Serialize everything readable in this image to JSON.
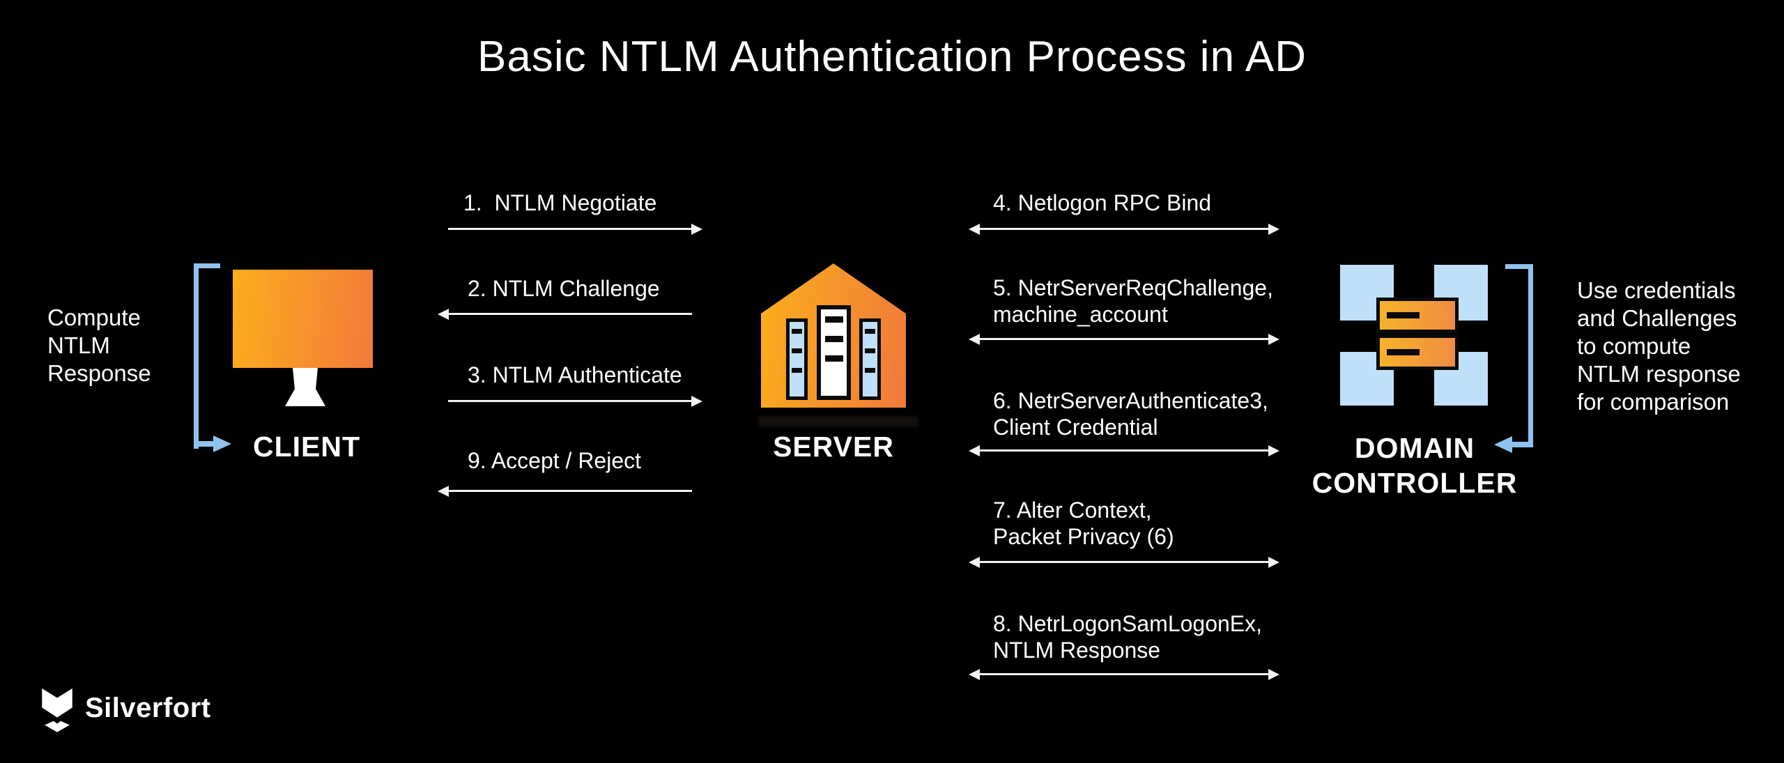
{
  "title": "Basic NTLM Authentication Process in AD",
  "client": {
    "label": "CLIENT",
    "note": "Compute\nNTLM\nResponse"
  },
  "server": {
    "label": "SERVER"
  },
  "domain_controller": {
    "label_line1": "DOMAIN",
    "label_line2": "CONTROLLER",
    "note": "Use credentials\nand Challenges\nto compute\nNTLM response\nfor comparison"
  },
  "client_server_messages": [
    {
      "label": "1.  NTLM Negotiate",
      "direction": "client-to-server"
    },
    {
      "label": "2. NTLM Challenge",
      "direction": "server-to-client"
    },
    {
      "label": "3. NTLM Authenticate",
      "direction": "client-to-server"
    },
    {
      "label": "9. Accept / Reject",
      "direction": "server-to-client"
    }
  ],
  "server_dc_messages": [
    {
      "label": "4. Netlogon RPC Bind",
      "direction": "bidirectional"
    },
    {
      "label": "5. NetrServerReqChallenge,\nmachine_account",
      "direction": "bidirectional"
    },
    {
      "label": "6. NetrServerAuthenticate3,\nClient Credential",
      "direction": "bidirectional"
    },
    {
      "label": "7. Alter Context,\nPacket Privacy (6)",
      "direction": "bidirectional"
    },
    {
      "label": "8. NetrLogonSamLogonEx,\nNTLM Response",
      "direction": "bidirectional"
    }
  ],
  "logo": {
    "text": "Silverfort"
  },
  "colors": {
    "background": "#000000",
    "text": "#ffffff",
    "orange_gradient_start": "#FBAE1C",
    "orange_gradient_end": "#F4793B",
    "light_blue_fill": "#BFE0F8",
    "bracket_blue": "#8FC3EE",
    "arrow_white": "#F2F2F2"
  }
}
